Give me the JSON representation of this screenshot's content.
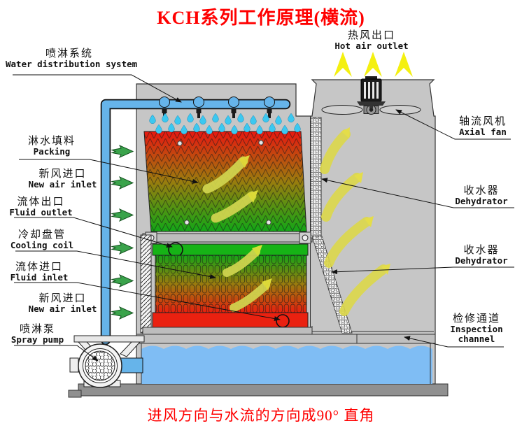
{
  "title": "KCH系列工作原理(横流)",
  "caption": "进风方向与水流的方向成90° 直角",
  "labels": {
    "water_distribution_system": {
      "zh": "喷淋系统",
      "en": "Water distribution system"
    },
    "hot_air_outlet": {
      "zh": "热风出口",
      "en": "Hot air outlet"
    },
    "axial_fan": {
      "zh": "轴流风机",
      "en": "Axial fan"
    },
    "packing": {
      "zh": "淋水填料",
      "en": "Packing"
    },
    "new_air_inlet_upper": {
      "zh": "新风进口",
      "en": "New air inlet"
    },
    "fluid_outlet": {
      "zh": "流体出口",
      "en": "Fluid outlet"
    },
    "cooling_coil": {
      "zh": "冷却盘管",
      "en": "Cooling coil"
    },
    "dehydrator_upper": {
      "zh": "收水器",
      "en": "Dehydrator"
    },
    "fluid_inlet": {
      "zh": "流体进口",
      "en": "Fluid inlet"
    },
    "dehydrator_lower": {
      "zh": "收水器",
      "en": "Dehydrator"
    },
    "new_air_inlet_lower": {
      "zh": "新风进口",
      "en": "New air inlet"
    },
    "spray_pump": {
      "zh": "喷淋泵",
      "en": "Spray pump"
    },
    "inspection_channel": {
      "zh": "检修通道",
      "en_line1": "Inspection",
      "en_line2": "channel"
    }
  },
  "colors": {
    "title_red": "#ff0000",
    "pipe_blue": "#66b4ea",
    "drop_cyan": "#3cc8f0",
    "basin_water_blue": "#7fbdf4",
    "tower_gray": "#c6c6c6",
    "base_gray": "#909090",
    "packing_hot_red": "#e81810",
    "packing_cool_green": "#12a716",
    "coil_cool_green": "#17a316",
    "coil_hot_red": "#e8200e",
    "air_inlet_arrow_green": "#3aa34b",
    "hot_air_arrow_yellow": "#f4f010",
    "airflow_arrow_olive": "#d8d44c"
  }
}
